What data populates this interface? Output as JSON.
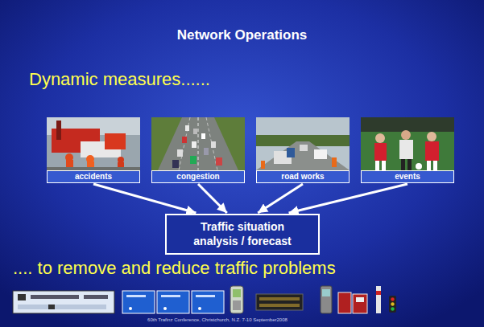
{
  "diagram": {
    "title": "Network Operations",
    "nodes": [
      {
        "text": [
          "accidents"
        ]
      },
      {
        "text": [
          "congestion"
        ]
      },
      {
        "text": [
          "road works"
        ]
      },
      {
        "text": [
          "events"
        ]
      },
      {
        "text": [
          "Traffic situation analysis / forecast"
        ]
      }
    ],
    "edges": [
      {
        "from": 0,
        "to": 4,
        "arrow": "to"
      },
      {
        "from": 1,
        "to": 4,
        "arrow": "to"
      },
      {
        "from": 2,
        "to": 4,
        "arrow": "to"
      },
      {
        "from": 3,
        "to": 4,
        "arrow": "to"
      }
    ],
    "labels": [
      "Dynamic measures......",
      ".... to remove and reduce traffic problems",
      "60th Trafinz Conference, Christchurch, N.Z. 7-10 September2008"
    ]
  }
}
